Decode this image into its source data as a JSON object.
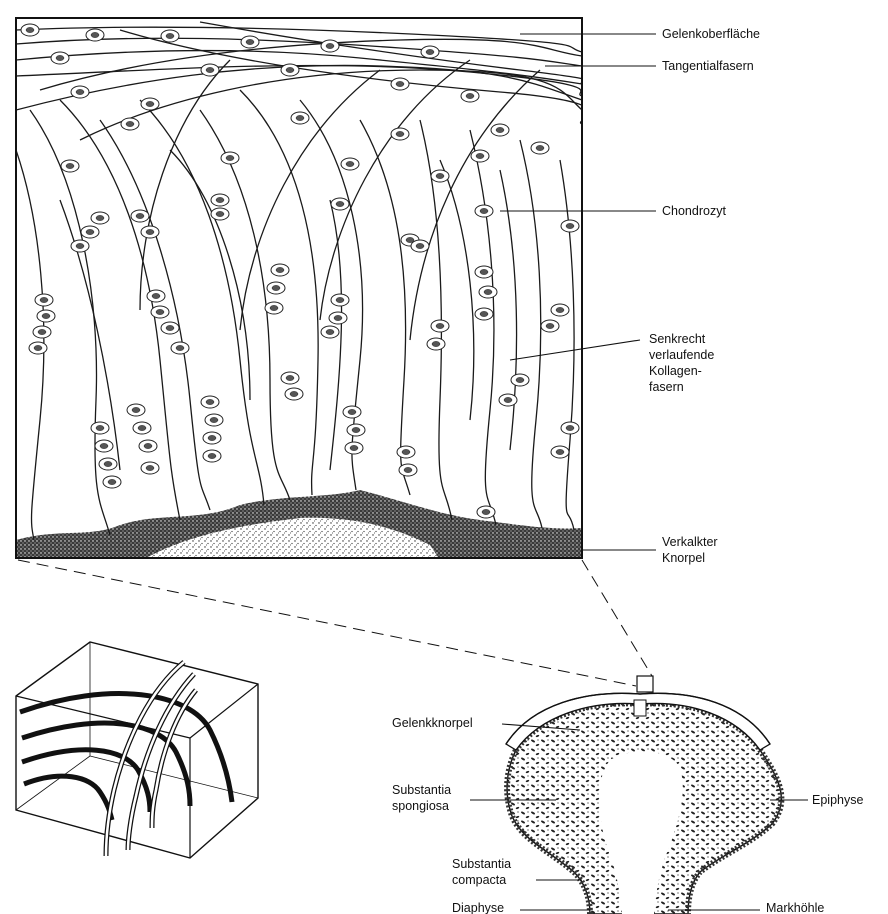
{
  "labels": {
    "gelenkoberflaeche": "Gelenkoberfläche",
    "tangentialfasern": "Tangentialfasern",
    "chondrozyt": "Chondrozyt",
    "senkrecht": [
      "Senkrecht",
      "verlaufende",
      "Kollagen-",
      "fasern"
    ],
    "verkalkter": [
      "Verkalkter",
      "Knorpel"
    ],
    "gelenkknorpel": "Gelenkknorpel",
    "spongiosa": [
      "Substantia",
      "spongiosa"
    ],
    "epiphyse": "Epiphyse",
    "compacta": [
      "Substantia",
      "compacta"
    ],
    "diaphyse": "Diaphyse",
    "markhoehle": "Markhöhle"
  },
  "colors": {
    "ink": "#111111",
    "paper": "#ffffff",
    "stipple": "#2a2a2a"
  }
}
